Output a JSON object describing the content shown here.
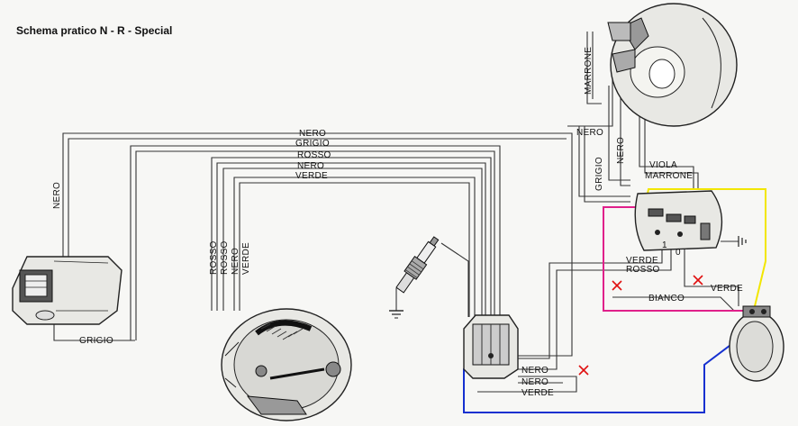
{
  "title": "Schema pratico N - R - Special",
  "labels": {
    "nero_left": "NERO",
    "grigio_bottom": "GRIGIO",
    "bus_nero": "NERO",
    "bus_grigio": "GRIGIO",
    "bus_rosso": "ROSSO",
    "bus_nero2": "NERO",
    "bus_verde": "VERDE",
    "mag_rosso1": "ROSSO",
    "mag_rosso2": "ROSSO",
    "mag_nero": "NERO",
    "mag_verde": "VERDE",
    "marrone_top": "MARRONE",
    "nero_top": "NERO",
    "grigio_right": "GRIGIO",
    "nero_right": "NERO",
    "viola": "VIOLA",
    "marrone_panel": "MARRONE",
    "verde_panel": "VERDE",
    "rosso_panel": "ROSSO",
    "bianco": "BIANCO",
    "verde_horn": "VERDE",
    "coil_nero1": "NERO",
    "coil_nero2": "NERO",
    "coil_verde": "VERDE",
    "switch_1": "1",
    "switch_0": "0"
  },
  "colors": {
    "yellow_wire": "#f2e600",
    "magenta_wire": "#e0208a",
    "blue_wire": "#1530d0",
    "cross_mark": "#e01010"
  }
}
